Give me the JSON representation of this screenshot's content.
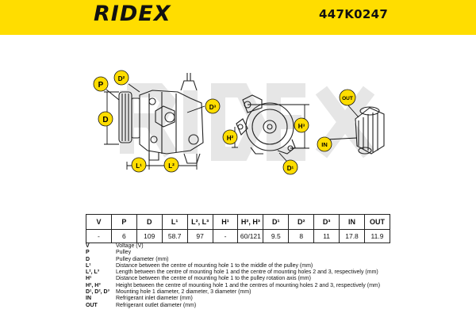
{
  "brand": {
    "logo": "RIDEX",
    "part_number": "447K0247"
  },
  "callouts": {
    "p": "P",
    "d2": "D²",
    "d": "D",
    "d3": "D³",
    "l1": "L¹",
    "l2": "L²",
    "h2": "H²",
    "h3": "H³",
    "d1": "D¹",
    "out": "OUT",
    "in": "IN"
  },
  "table": {
    "headers": [
      "V",
      "P",
      "D",
      "L¹",
      "L², L³",
      "H¹",
      "H², H³",
      "D¹",
      "D²",
      "D³",
      "IN",
      "OUT"
    ],
    "values": [
      "-",
      "6",
      "109",
      "58.7",
      "97",
      "-",
      "60/121",
      "9.5",
      "8",
      "11",
      "17.8",
      "11.9"
    ]
  },
  "legend": [
    {
      "key": "V",
      "text": "Voltage (V)"
    },
    {
      "key": "P",
      "text": "Pulley"
    },
    {
      "key": "D",
      "text": "Pulley diameter (mm)"
    },
    {
      "key": "L¹",
      "text": "Distance between the centre of mounting hole 1 to the middle of the pulley (mm)"
    },
    {
      "key": "L², L³",
      "text": "Length between the centre of mounting hole 1 and the centre of mounting holes 2 and 3, respectively (mm)"
    },
    {
      "key": "H¹",
      "text": "Distance between the centre of mounting hole 1 to the pulley rotation axis (mm)"
    },
    {
      "key": "H², H³",
      "text": "Height between the centre of mounting hole 1 and the centres of mounting holes 2 and 3, respectively (mm)"
    },
    {
      "key": "D¹, D², D³",
      "text": "Mounting hole 1 diameter, 2 diameter, 3 diameter (mm)"
    },
    {
      "key": "IN",
      "text": "Refrigerant inlet diameter (mm)"
    },
    {
      "key": "OUT",
      "text": "Refrigerant outlet diameter (mm)"
    }
  ],
  "colors": {
    "brand_yellow": "#ffdd00",
    "ink": "#111111",
    "watermark": "#e6e6e6"
  }
}
